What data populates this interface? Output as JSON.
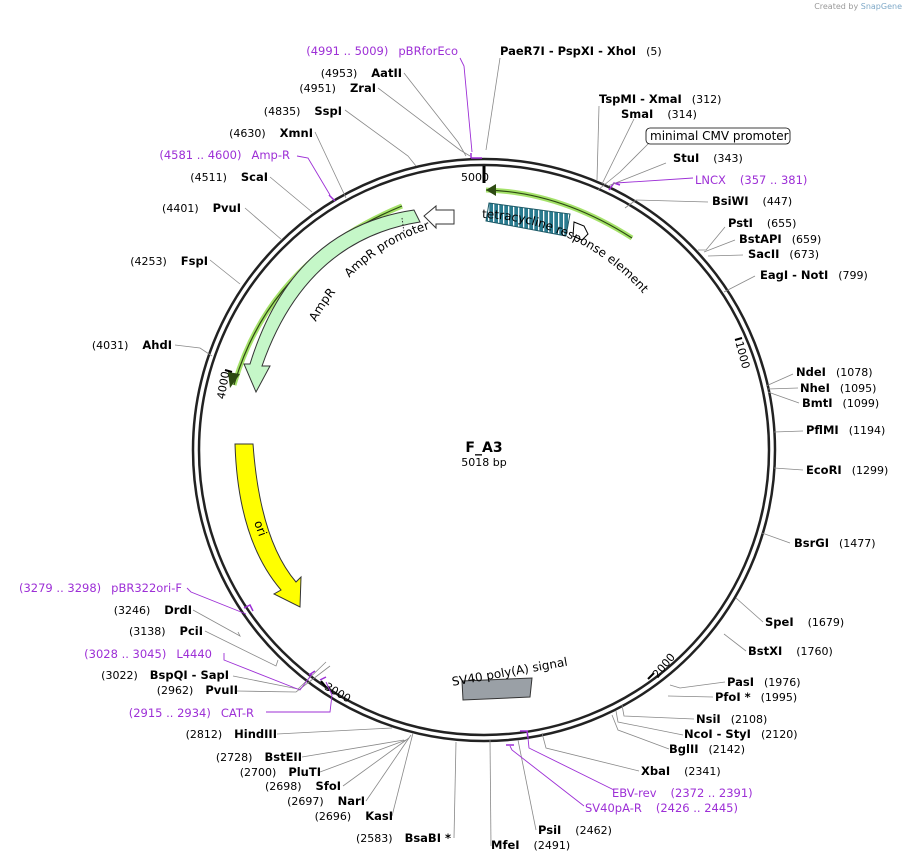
{
  "credit": {
    "prefix": "Created by",
    "brand": "SnapGene"
  },
  "plasmid": {
    "name": "F_A3",
    "size_label": "5018 bp",
    "length": 5018
  },
  "ticks": [
    "5000",
    "1000",
    "2000",
    "3000",
    "4000"
  ],
  "enzymes": [
    {
      "parts": [
        "PaeR7I",
        "PspXI",
        "XhoI"
      ],
      "pos": "(5)"
    },
    {
      "parts": [
        "TspMI",
        "XmaI"
      ],
      "pos": "(312)"
    },
    {
      "parts": [
        "SmaI"
      ],
      "pos": "(314)"
    },
    {
      "parts": [
        "StuI"
      ],
      "pos": "(343)"
    },
    {
      "parts": [
        "BsiWI"
      ],
      "pos": "(447)"
    },
    {
      "parts": [
        "PstI"
      ],
      "pos": "(655)"
    },
    {
      "parts": [
        "BstAPI"
      ],
      "pos": "(659)"
    },
    {
      "parts": [
        "SacII"
      ],
      "pos": "(673)"
    },
    {
      "parts": [
        "EagI",
        "NotI"
      ],
      "pos": "(799)"
    },
    {
      "parts": [
        "NdeI"
      ],
      "pos": "(1078)"
    },
    {
      "parts": [
        "NheI"
      ],
      "pos": "(1095)"
    },
    {
      "parts": [
        "BmtI"
      ],
      "pos": "(1099)"
    },
    {
      "parts": [
        "PflMI"
      ],
      "pos": "(1194)"
    },
    {
      "parts": [
        "EcoRI"
      ],
      "pos": "(1299)"
    },
    {
      "parts": [
        "BsrGI"
      ],
      "pos": "(1477)"
    },
    {
      "parts": [
        "SpeI"
      ],
      "pos": "(1679)"
    },
    {
      "parts": [
        "BstXI"
      ],
      "pos": "(1760)"
    },
    {
      "parts": [
        "PasI"
      ],
      "pos": "(1976)"
    },
    {
      "parts": [
        "PfoI *"
      ],
      "pos": "(1995)"
    },
    {
      "parts": [
        "NsiI"
      ],
      "pos": "(2108)"
    },
    {
      "parts": [
        "NcoI",
        "StyI"
      ],
      "pos": "(2120)"
    },
    {
      "parts": [
        "BglII"
      ],
      "pos": "(2142)"
    },
    {
      "parts": [
        "XbaI"
      ],
      "pos": "(2341)"
    },
    {
      "parts": [
        "PsiI"
      ],
      "pos": "(2462)"
    },
    {
      "parts": [
        "MfeI"
      ],
      "pos": "(2491)"
    },
    {
      "parts": [
        "BsaBI *"
      ],
      "pos": "(2583)"
    },
    {
      "parts": [
        "KasI"
      ],
      "pos": "(2696)"
    },
    {
      "parts": [
        "NarI"
      ],
      "pos": "(2697)"
    },
    {
      "parts": [
        "SfoI"
      ],
      "pos": "(2698)"
    },
    {
      "parts": [
        "PluTI"
      ],
      "pos": "(2700)"
    },
    {
      "parts": [
        "BstEII"
      ],
      "pos": "(2728)"
    },
    {
      "parts": [
        "HindIII"
      ],
      "pos": "(2812)"
    },
    {
      "parts": [
        "PvuII"
      ],
      "pos": "(2962)"
    },
    {
      "parts": [
        "BspQI",
        "SapI"
      ],
      "pos": "(3022)"
    },
    {
      "parts": [
        "PciI"
      ],
      "pos": "(3138)"
    },
    {
      "parts": [
        "DrdI"
      ],
      "pos": "(3246)"
    },
    {
      "parts": [
        "AhdI"
      ],
      "pos": "(4031)"
    },
    {
      "parts": [
        "FspI"
      ],
      "pos": "(4253)"
    },
    {
      "parts": [
        "PvuI"
      ],
      "pos": "(4401)"
    },
    {
      "parts": [
        "ScaI"
      ],
      "pos": "(4511)"
    },
    {
      "parts": [
        "XmnI"
      ],
      "pos": "(4630)"
    },
    {
      "parts": [
        "SspI"
      ],
      "pos": "(4835)"
    },
    {
      "parts": [
        "ZraI"
      ],
      "pos": "(4951)"
    },
    {
      "parts": [
        "AatII"
      ],
      "pos": "(4953)"
    }
  ],
  "primers": [
    {
      "name": "pBRforEco",
      "range": "(4991 .. 5009)"
    },
    {
      "name": "LNCX",
      "range": "(357 .. 381)"
    },
    {
      "name": "EBV-rev",
      "range": "(2372 .. 2391)"
    },
    {
      "name": "SV40pA-R",
      "range": "(2426 .. 2445)"
    },
    {
      "name": "CAT-R",
      "range": "(2915 .. 2934)"
    },
    {
      "name": "L4440",
      "range": "(3028 .. 3045)"
    },
    {
      "name": "pBR322ori-F",
      "range": "(3279 .. 3298)"
    },
    {
      "name": "Amp-R",
      "range": "(4581 .. 4600)"
    }
  ],
  "features": [
    {
      "name": "tetracycline response element",
      "color": "#2a7b8f"
    },
    {
      "name": "minimal CMV promoter",
      "color": "#ffffff"
    },
    {
      "name": "SV40 poly(A) signal",
      "color": "#9aa0a6"
    },
    {
      "name": "ori",
      "color": "#ffff00"
    },
    {
      "name": "AmpR",
      "color": "#c5f7c8"
    },
    {
      "name": "AmpR promoter",
      "color": "#ffffff"
    }
  ],
  "colors": {
    "primer": "#9d2fd6",
    "backbone": "#222222",
    "highlight": "#a5e26a"
  }
}
